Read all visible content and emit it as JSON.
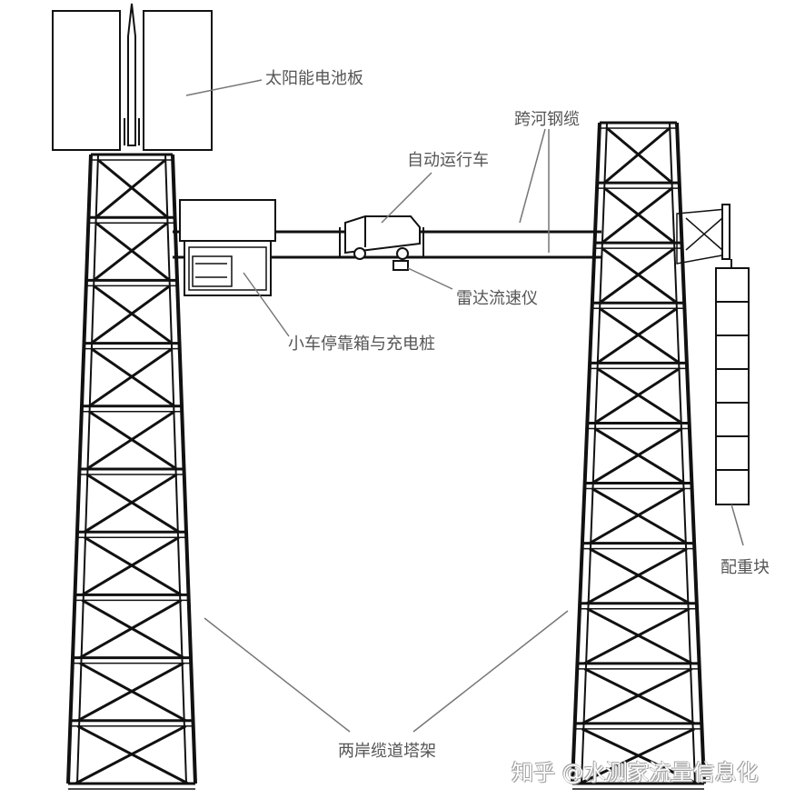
{
  "labels": {
    "solar_panel": "太阳能电池板",
    "cable": "跨河钢缆",
    "vehicle": "自动运行车",
    "radar": "雷达流速仪",
    "dock": "小车停靠箱与充电桩",
    "counterweight": "配重块",
    "towers": "两岸缆道塔架"
  },
  "watermark": "知乎 @水测家流量信息化",
  "colors": {
    "line": "#111111",
    "leader": "#777777",
    "text": "#555555"
  }
}
